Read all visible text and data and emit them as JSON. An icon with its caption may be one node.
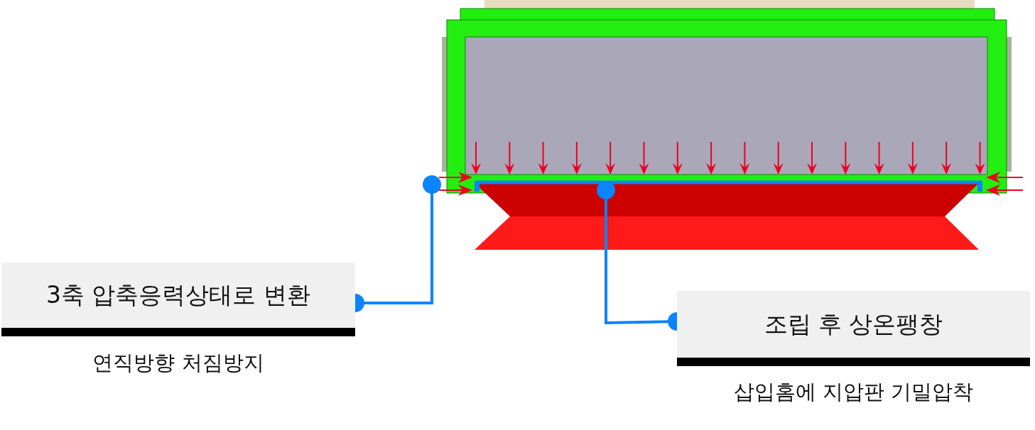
{
  "diagram": {
    "nodes": [
      {
        "text": [
          "3축 압축응력상태로 변환"
        ],
        "beside": [
          "연직방향 처짐방지"
        ]
      },
      {
        "text": [
          "조립 후 상온팽창"
        ],
        "beside": [
          "삽입홈에 지압판 기밀압착"
        ]
      }
    ],
    "edges": [
      {
        "from": 0,
        "to": null,
        "arrow": "other"
      },
      {
        "from": 1,
        "to": null,
        "arrow": "other"
      }
    ]
  }
}
